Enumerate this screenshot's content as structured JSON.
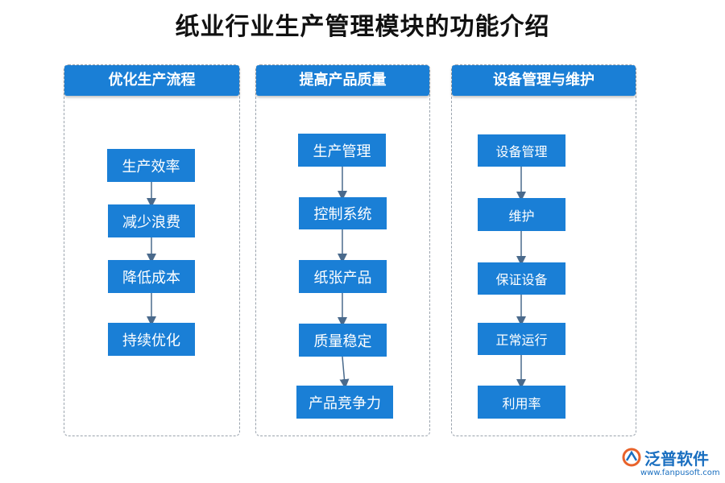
{
  "title": "纸业行业生产管理模块的功能介绍",
  "columns": [
    {
      "header": "优化生产流程",
      "nodes": [
        "生产效率",
        "减少浪费",
        "降低成本",
        "持续优化"
      ]
    },
    {
      "header": "提高产品质量",
      "nodes": [
        "生产管理",
        "控制系统",
        "纸张产品",
        "质量稳定",
        "产品竞争力"
      ]
    },
    {
      "header": "设备管理与维护",
      "nodes": [
        "设备管理",
        "维护",
        "保证设备",
        "正常运行",
        "利用率"
      ]
    }
  ],
  "logo": {
    "text": "泛普软件",
    "url": "www.fanpusoft.com"
  },
  "colors": {
    "accent": "#1a7fd6",
    "border": "#9aa3ad",
    "arrow": "#4a6a8c"
  }
}
